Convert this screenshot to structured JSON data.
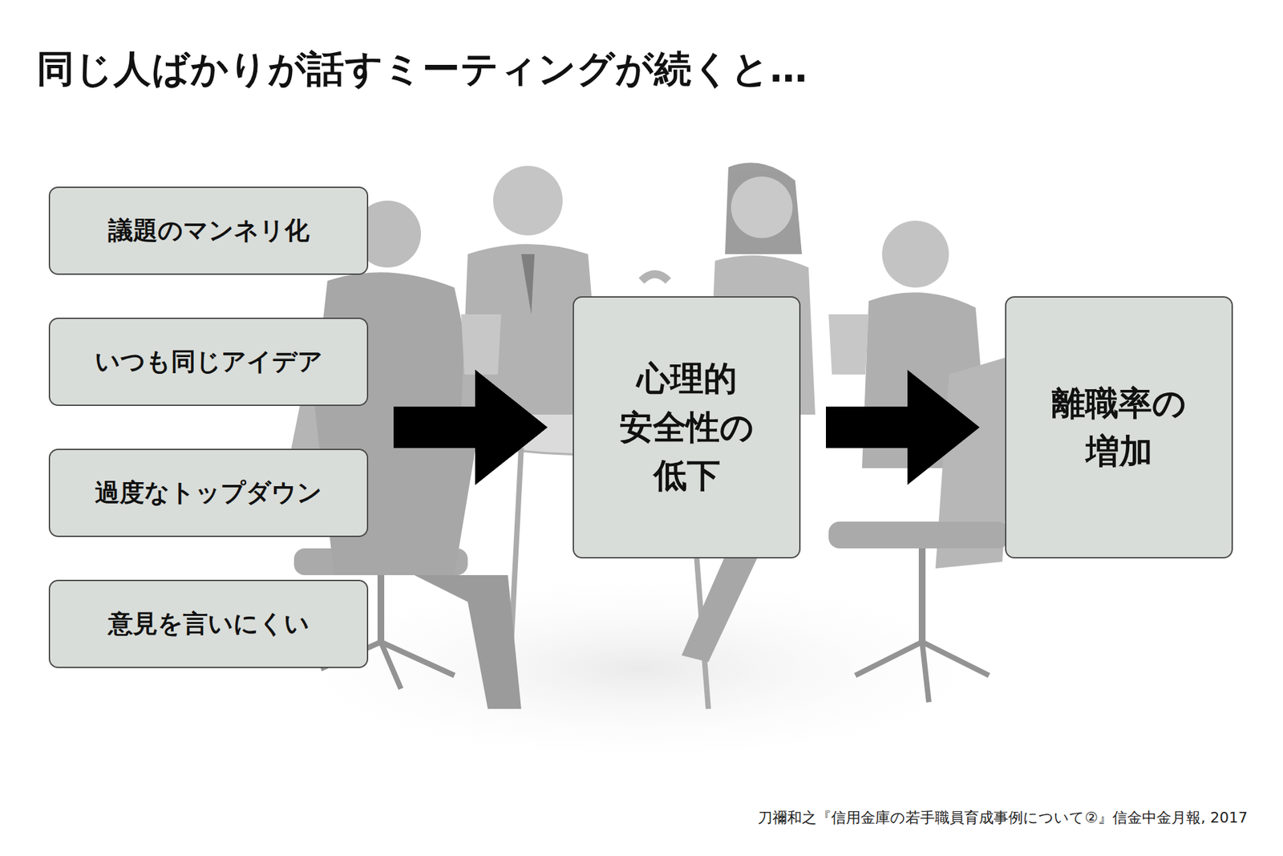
{
  "diagram": {
    "title": "同じ人ばかりが話すミーティングが続くと…",
    "nodes": [
      {
        "text": [
          "議題のマンネリ化"
        ]
      },
      {
        "text": [
          "いつも同じアイデア"
        ]
      },
      {
        "text": [
          "過度なトップダウン"
        ]
      },
      {
        "text": [
          "意見を言いにくい"
        ]
      },
      {
        "text": [
          "心理的 安全性の 低下"
        ]
      },
      {
        "text": [
          "離職率の 増加"
        ]
      }
    ],
    "edges": [
      {
        "from": 0,
        "to": 4,
        "arrow": "to"
      },
      {
        "from": 1,
        "to": 4,
        "arrow": "to"
      },
      {
        "from": 2,
        "to": 4,
        "arrow": "to"
      },
      {
        "from": 3,
        "to": 4,
        "arrow": "to"
      },
      {
        "from": 4,
        "to": 5,
        "arrow": "to"
      }
    ],
    "labels": [
      "刀禰和之『信用金庫の若手職員育成事例について②』信金中金月報, 2017"
    ]
  }
}
